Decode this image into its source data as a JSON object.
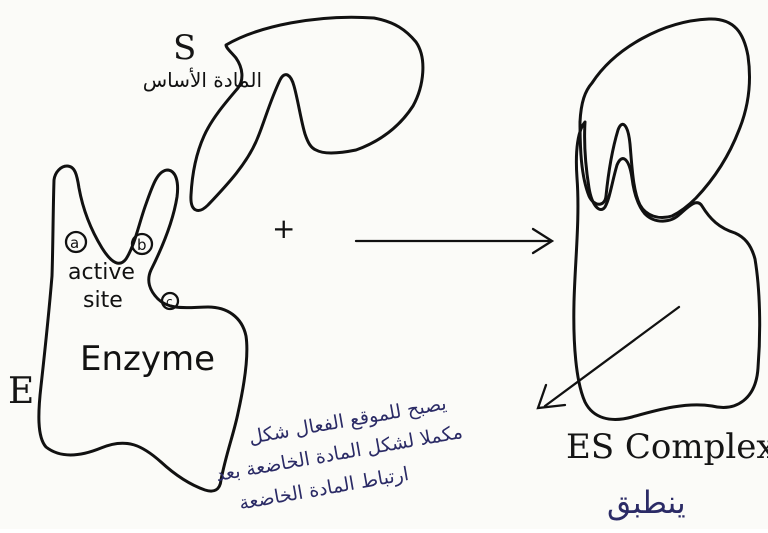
{
  "labels": {
    "substrate_symbol": "S",
    "substrate_arabic": "المادة الأساس",
    "plus": "+",
    "enzyme_symbol": "E",
    "enzyme_name": "Enzyme",
    "active_site_line1": "active",
    "active_site_line2": "site",
    "site_a": "a",
    "site_b": "b",
    "site_c": "c",
    "complex": "ES Complex",
    "apply": "ينطبق"
  },
  "notes": {
    "arabic_line1": "يصبح للموقع الفعال شكل",
    "arabic_line2": "مكملا لشكل المادة الخاضعة بعد",
    "arabic_line3": "ارتباط المادة الخاضعة"
  }
}
